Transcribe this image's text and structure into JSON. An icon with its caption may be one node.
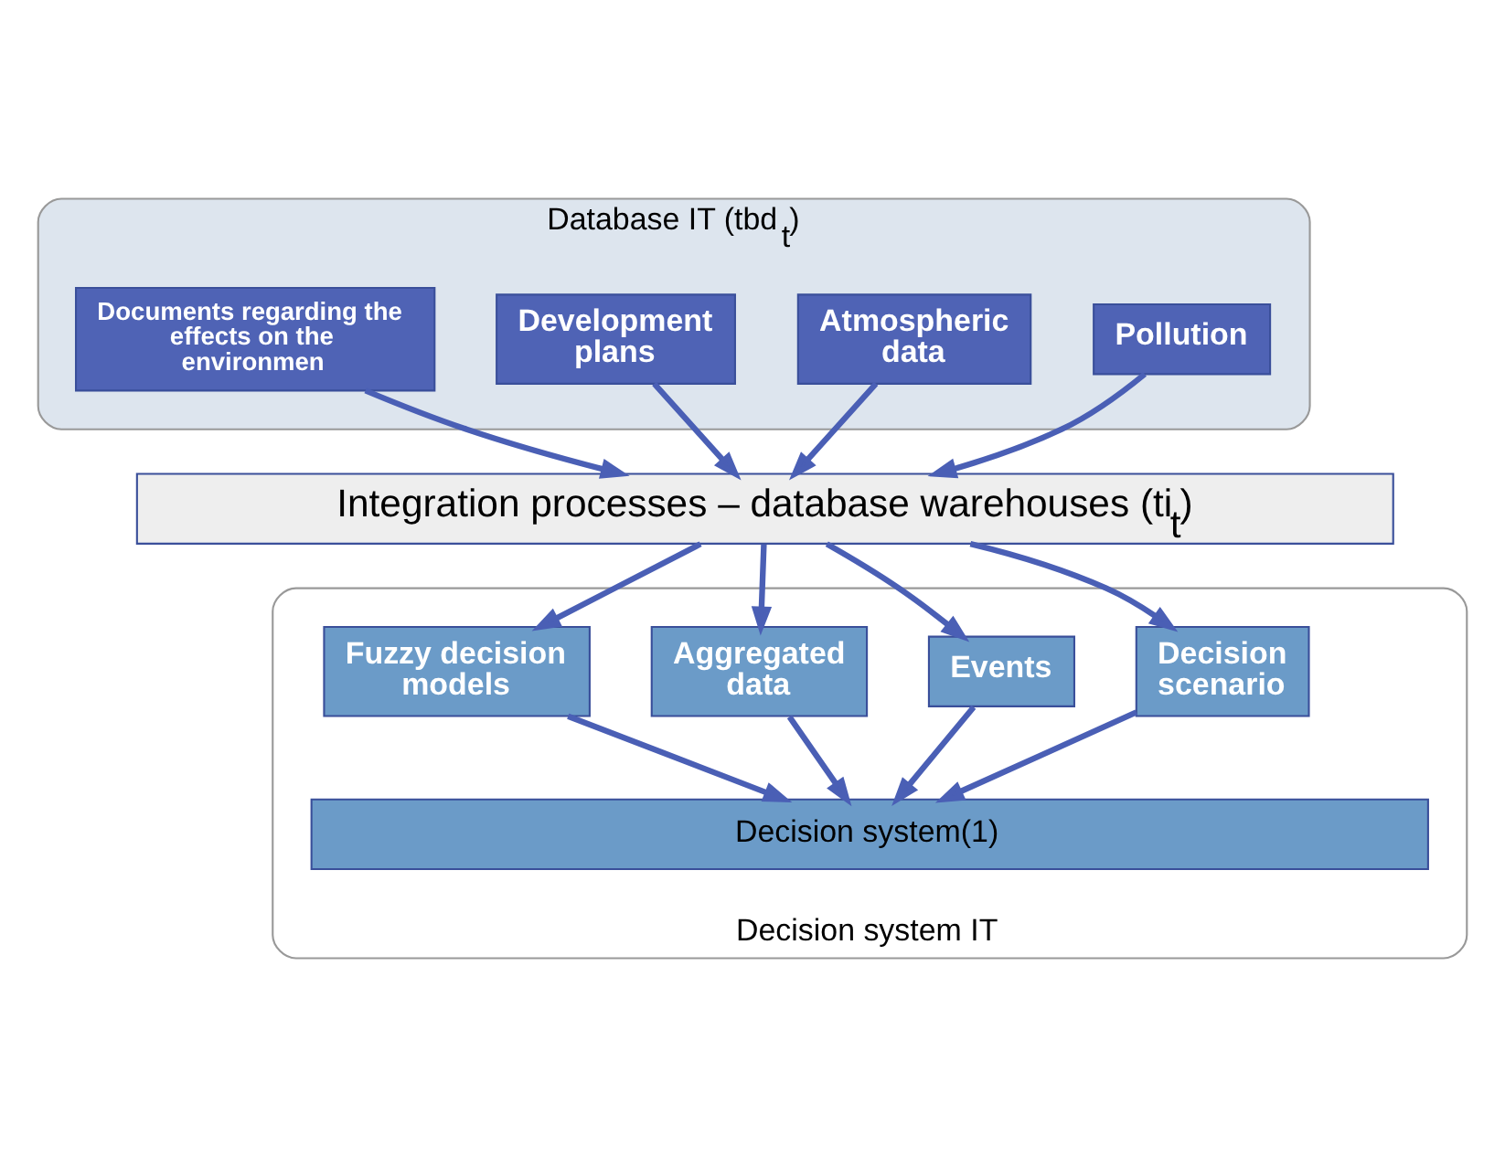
{
  "diagram": {
    "nodes": [
      {
        "text": [
          "Database IT (tbd$_{t}$)"
        ]
      },
      {
        "text": [
          "Pollution"
        ],
        "in": 0
      },
      {
        "text": [
          "Atmospheric data"
        ],
        "in": 0
      },
      {
        "text": [
          "Development plans"
        ],
        "in": 0
      },
      {
        "text": [
          "Documents regarding the effects on the environmen"
        ],
        "in": 0
      },
      {
        "text": [
          "Integration processes – database warehouses (ti$_{t}$)"
        ]
      },
      {
        "text": [
          "Decision system IT"
        ]
      },
      {
        "text": [
          "Decision scenario"
        ],
        "in": 6
      },
      {
        "text": [
          "Events"
        ],
        "in": 6
      },
      {
        "text": [
          "Aggregated data"
        ],
        "in": 6
      },
      {
        "text": [
          "Fuzzy decision models"
        ],
        "in": 6
      },
      {
        "text": [
          "Decision system(1)"
        ],
        "in": 6
      }
    ],
    "edges": [
      {
        "from": 1,
        "to": 5,
        "arrow": "to"
      },
      {
        "from": 2,
        "to": 5,
        "arrow": "to"
      },
      {
        "from": 3,
        "to": 5,
        "arrow": "to"
      },
      {
        "from": 4,
        "to": 5,
        "arrow": "to"
      },
      {
        "from": 5,
        "to": 7,
        "arrow": "to"
      },
      {
        "from": 5,
        "to": 8,
        "arrow": "to"
      },
      {
        "from": 5,
        "to": 9,
        "arrow": "to"
      },
      {
        "from": 5,
        "to": 10,
        "arrow": "to"
      },
      {
        "from": 7,
        "to": 11,
        "arrow": "to"
      },
      {
        "from": 8,
        "to": 11,
        "arrow": "to"
      },
      {
        "from": 9,
        "to": 11,
        "arrow": "to"
      },
      {
        "from": 10,
        "to": 11,
        "arrow": "to"
      }
    ]
  }
}
